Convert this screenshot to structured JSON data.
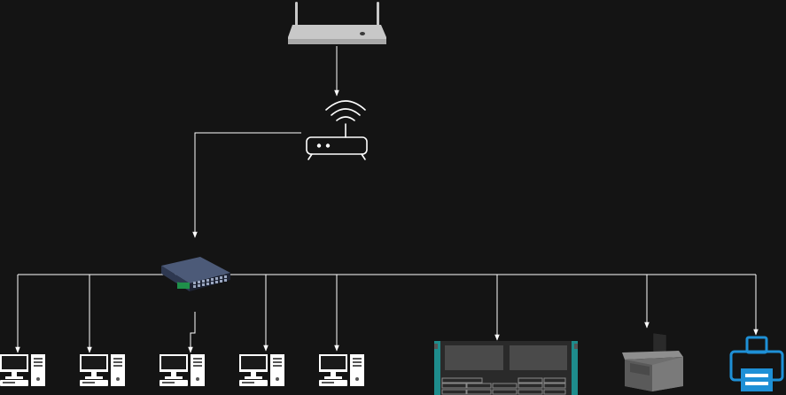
{
  "diagram": {
    "background": "#141414",
    "line_color": "#ffffff",
    "nodes": [
      {
        "id": "access-point",
        "icon": "wireless-access-point-icon"
      },
      {
        "id": "router",
        "icon": "wireless-router-icon"
      },
      {
        "id": "switch",
        "icon": "network-switch-icon"
      },
      {
        "id": "workstation-1",
        "icon": "desktop-computer-icon"
      },
      {
        "id": "workstation-2",
        "icon": "desktop-computer-icon"
      },
      {
        "id": "workstation-3",
        "icon": "desktop-computer-icon"
      },
      {
        "id": "workstation-4",
        "icon": "desktop-computer-icon"
      },
      {
        "id": "workstation-5",
        "icon": "desktop-computer-icon"
      },
      {
        "id": "rack-server",
        "icon": "rack-server-icon"
      },
      {
        "id": "printer-1",
        "icon": "printer-icon"
      },
      {
        "id": "printer-2",
        "icon": "printer-icon"
      }
    ],
    "edges": [
      {
        "from": "access-point",
        "to": "router"
      },
      {
        "from": "router",
        "to": "switch"
      },
      {
        "from": "switch",
        "to": "workstation-1"
      },
      {
        "from": "switch",
        "to": "workstation-2"
      },
      {
        "from": "switch",
        "to": "workstation-3"
      },
      {
        "from": "switch",
        "to": "workstation-4"
      },
      {
        "from": "switch",
        "to": "workstation-5"
      },
      {
        "from": "switch",
        "to": "rack-server"
      },
      {
        "from": "switch",
        "to": "printer-1"
      },
      {
        "from": "switch",
        "to": "printer-2"
      }
    ],
    "colors": {
      "access_point": "#c8c8c8",
      "switch_body": "#3a4660",
      "switch_ports": "#1f8f4a",
      "server_frame": "#1e8c8c",
      "printer_accent": "#1e90d6"
    }
  }
}
